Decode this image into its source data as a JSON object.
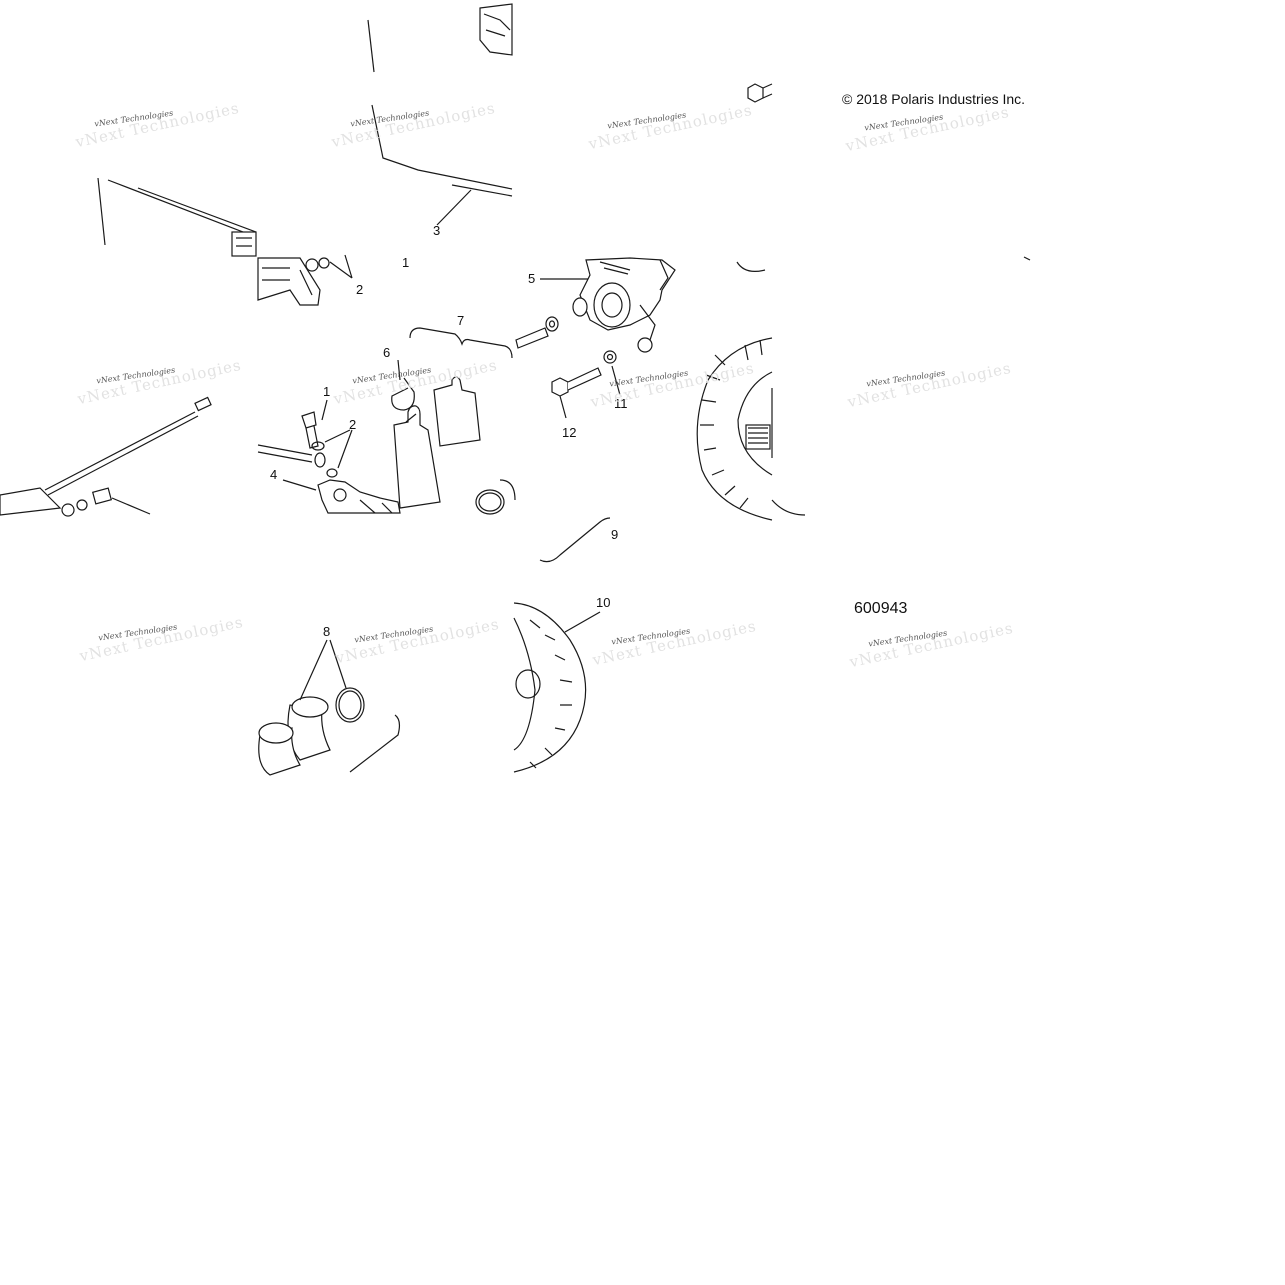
{
  "copyright": "© 2018 Polaris Industries Inc.",
  "drawing_id": "600943",
  "watermark": "vNext Technologies",
  "callouts": [
    "1",
    "1",
    "2",
    "2",
    "3",
    "4",
    "5",
    "6",
    "7",
    "8",
    "9",
    "10",
    "11",
    "12"
  ],
  "colors": {
    "line": "#1a1a1a",
    "text": "#111111",
    "watermark": "#cfcfcf"
  }
}
